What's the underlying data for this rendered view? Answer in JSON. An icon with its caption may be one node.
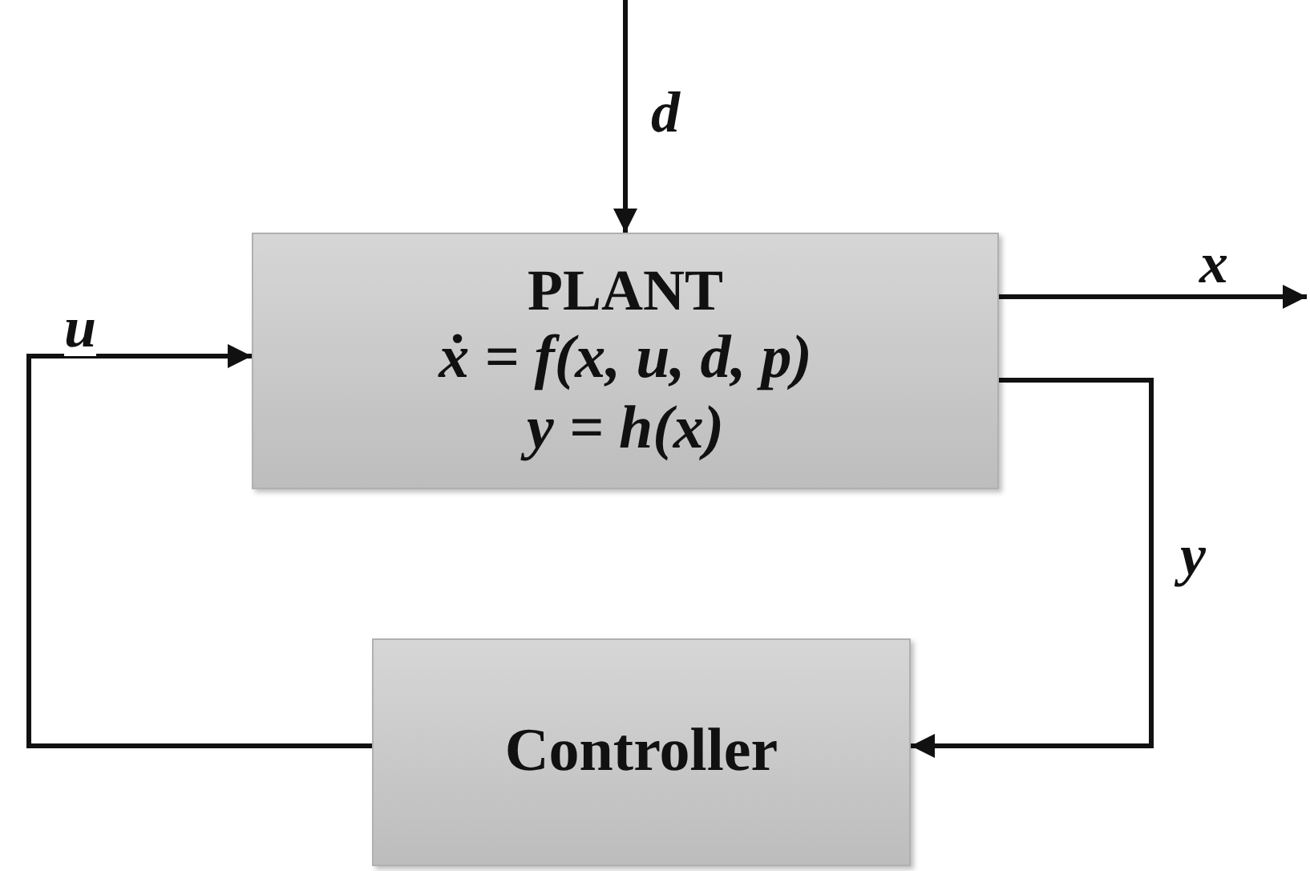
{
  "diagram": {
    "nodes": [
      {
        "text": [
          "PLANT",
          "ẋ = f(x, u, d, p)",
          "y = h(x)"
        ]
      },
      {
        "text": [
          "Controller"
        ]
      }
    ],
    "edges": [
      {
        "from": null,
        "to": 0,
        "arrow": "to",
        "label": "d"
      },
      {
        "from": 0,
        "to": null,
        "arrow": "to",
        "label": "x"
      },
      {
        "from": 0,
        "to": 1,
        "arrow": "to",
        "label": "y"
      },
      {
        "from": 1,
        "to": 0,
        "arrow": "to",
        "label": "u"
      }
    ]
  }
}
